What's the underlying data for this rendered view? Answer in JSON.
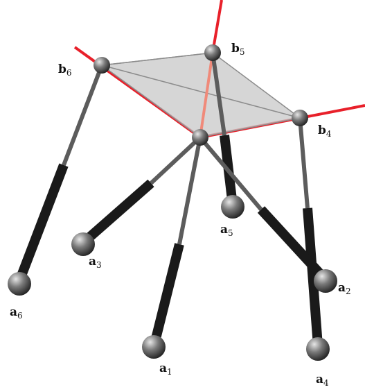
{
  "figure": {
    "labels": {
      "a1": {
        "base": "a",
        "sub": "1"
      },
      "a2": {
        "base": "a",
        "sub": "2"
      },
      "a3": {
        "base": "a",
        "sub": "3"
      },
      "a4": {
        "base": "a",
        "sub": "4"
      },
      "a5": {
        "base": "a",
        "sub": "5"
      },
      "a6": {
        "base": "a",
        "sub": "6"
      },
      "b4": {
        "base": "b",
        "sub": "4"
      },
      "b5": {
        "base": "b",
        "sub": "5"
      },
      "b6": {
        "base": "b",
        "sub": "6"
      }
    },
    "colors": {
      "axis": "#e8202a",
      "axis_highlight": "#f08a7a",
      "rod_thin": "#5c5c5c",
      "rod_thick": "#1a1a1a",
      "platform_fill": "#c8c8c8",
      "platform_edge": "#8c8c8c",
      "joint_light": "#e6e6e6",
      "joint_dark": "#1f1f1f"
    }
  }
}
